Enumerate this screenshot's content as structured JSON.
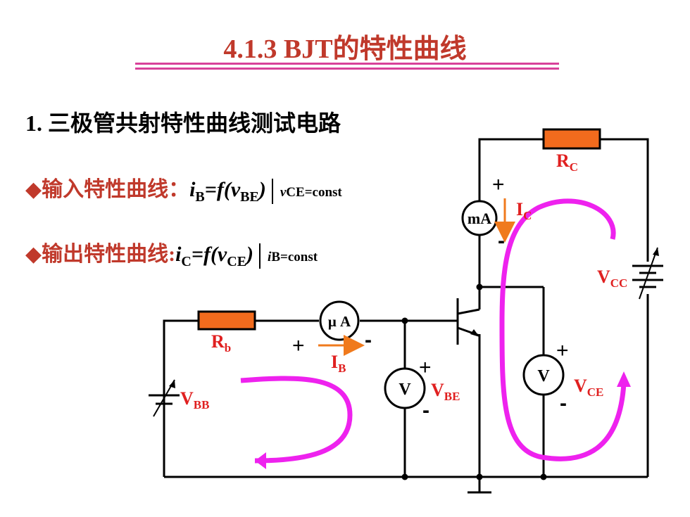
{
  "title": "4.1.3  BJT的特性曲线",
  "heading": "1. 三极管共射特性曲线测试电路",
  "input_curve": {
    "prefix": "◆输入特性曲线：",
    "i": "i",
    "i_sub": "B",
    "eq": "=f(v",
    "v_sub": "BE",
    "close": ")",
    "cond_var": "v",
    "cond_sub": "CE",
    "cond_rest": "=const"
  },
  "output_curve": {
    "prefix": "◆输出特性曲线:",
    "i": "i",
    "i_sub": "C",
    "eq": "=f(v",
    "v_sub": "CE",
    "close": ")",
    "cond_var": "i",
    "cond_sub": "B",
    "cond_rest": "=const"
  },
  "circuit": {
    "rc": {
      "main": "R",
      "sub": "C"
    },
    "rb": {
      "main": "R",
      "sub": "b"
    },
    "ic": {
      "main": "I",
      "sub": "C"
    },
    "ib": {
      "main": "I",
      "sub": "B"
    },
    "vcc": {
      "main": "V",
      "sub": "CC"
    },
    "vbb": {
      "main": "V",
      "sub": "BB"
    },
    "vbe": {
      "main": "V",
      "sub": "BE"
    },
    "vce": {
      "main": "V",
      "sub": "CE"
    },
    "meter_ma": "mA",
    "meter_ua": "μ A",
    "meter_v": "V",
    "plus": "+",
    "minus": "-"
  },
  "colors": {
    "title": "#c0392b",
    "label_red": "#e02020",
    "resistor": "#f26b1d",
    "current_arrow": "#f07a1d",
    "loop": "#ee22ee",
    "rule": "#d8419a"
  }
}
